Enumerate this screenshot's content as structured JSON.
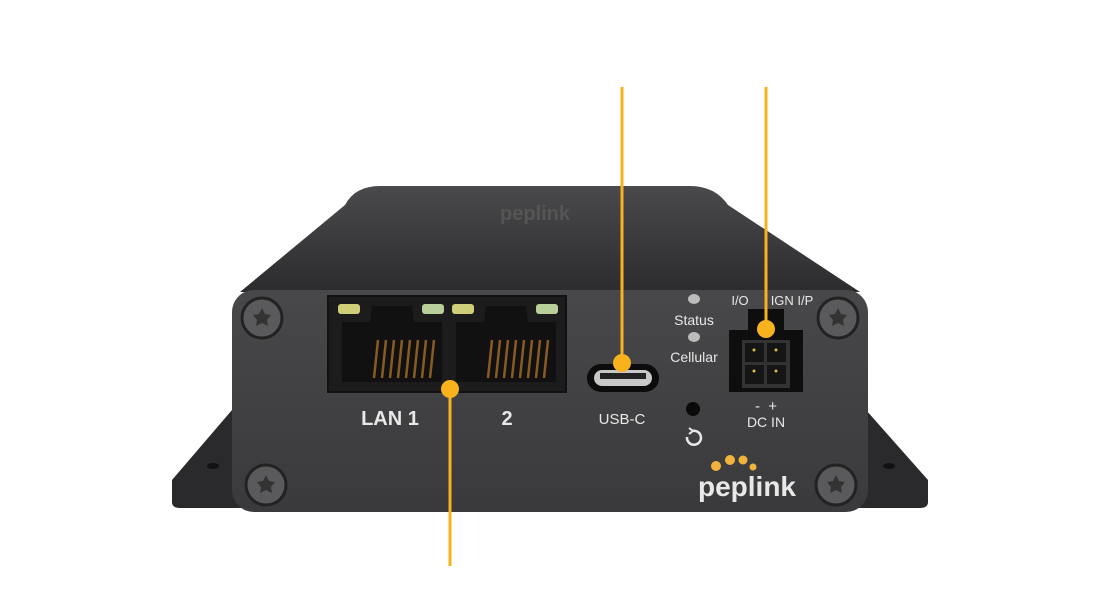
{
  "device": {
    "brand": "peplink",
    "port_labels": {
      "lan1": "LAN 1",
      "lan2": "2",
      "usb": "USB-C",
      "status": "Status",
      "cellular": "Cellular",
      "io": "I/O",
      "ign": "IGN I/P",
      "polarity": "-  +",
      "dc_in": "DC IN"
    }
  },
  "colors": {
    "callout": "#F7B21E",
    "body": "#3a3a3c",
    "label": "#e8e8e8",
    "logo_dots": "#F2B33D"
  },
  "icons": [
    "reset-icon",
    "torx-screw-icon",
    "peplink-logo-dots"
  ]
}
